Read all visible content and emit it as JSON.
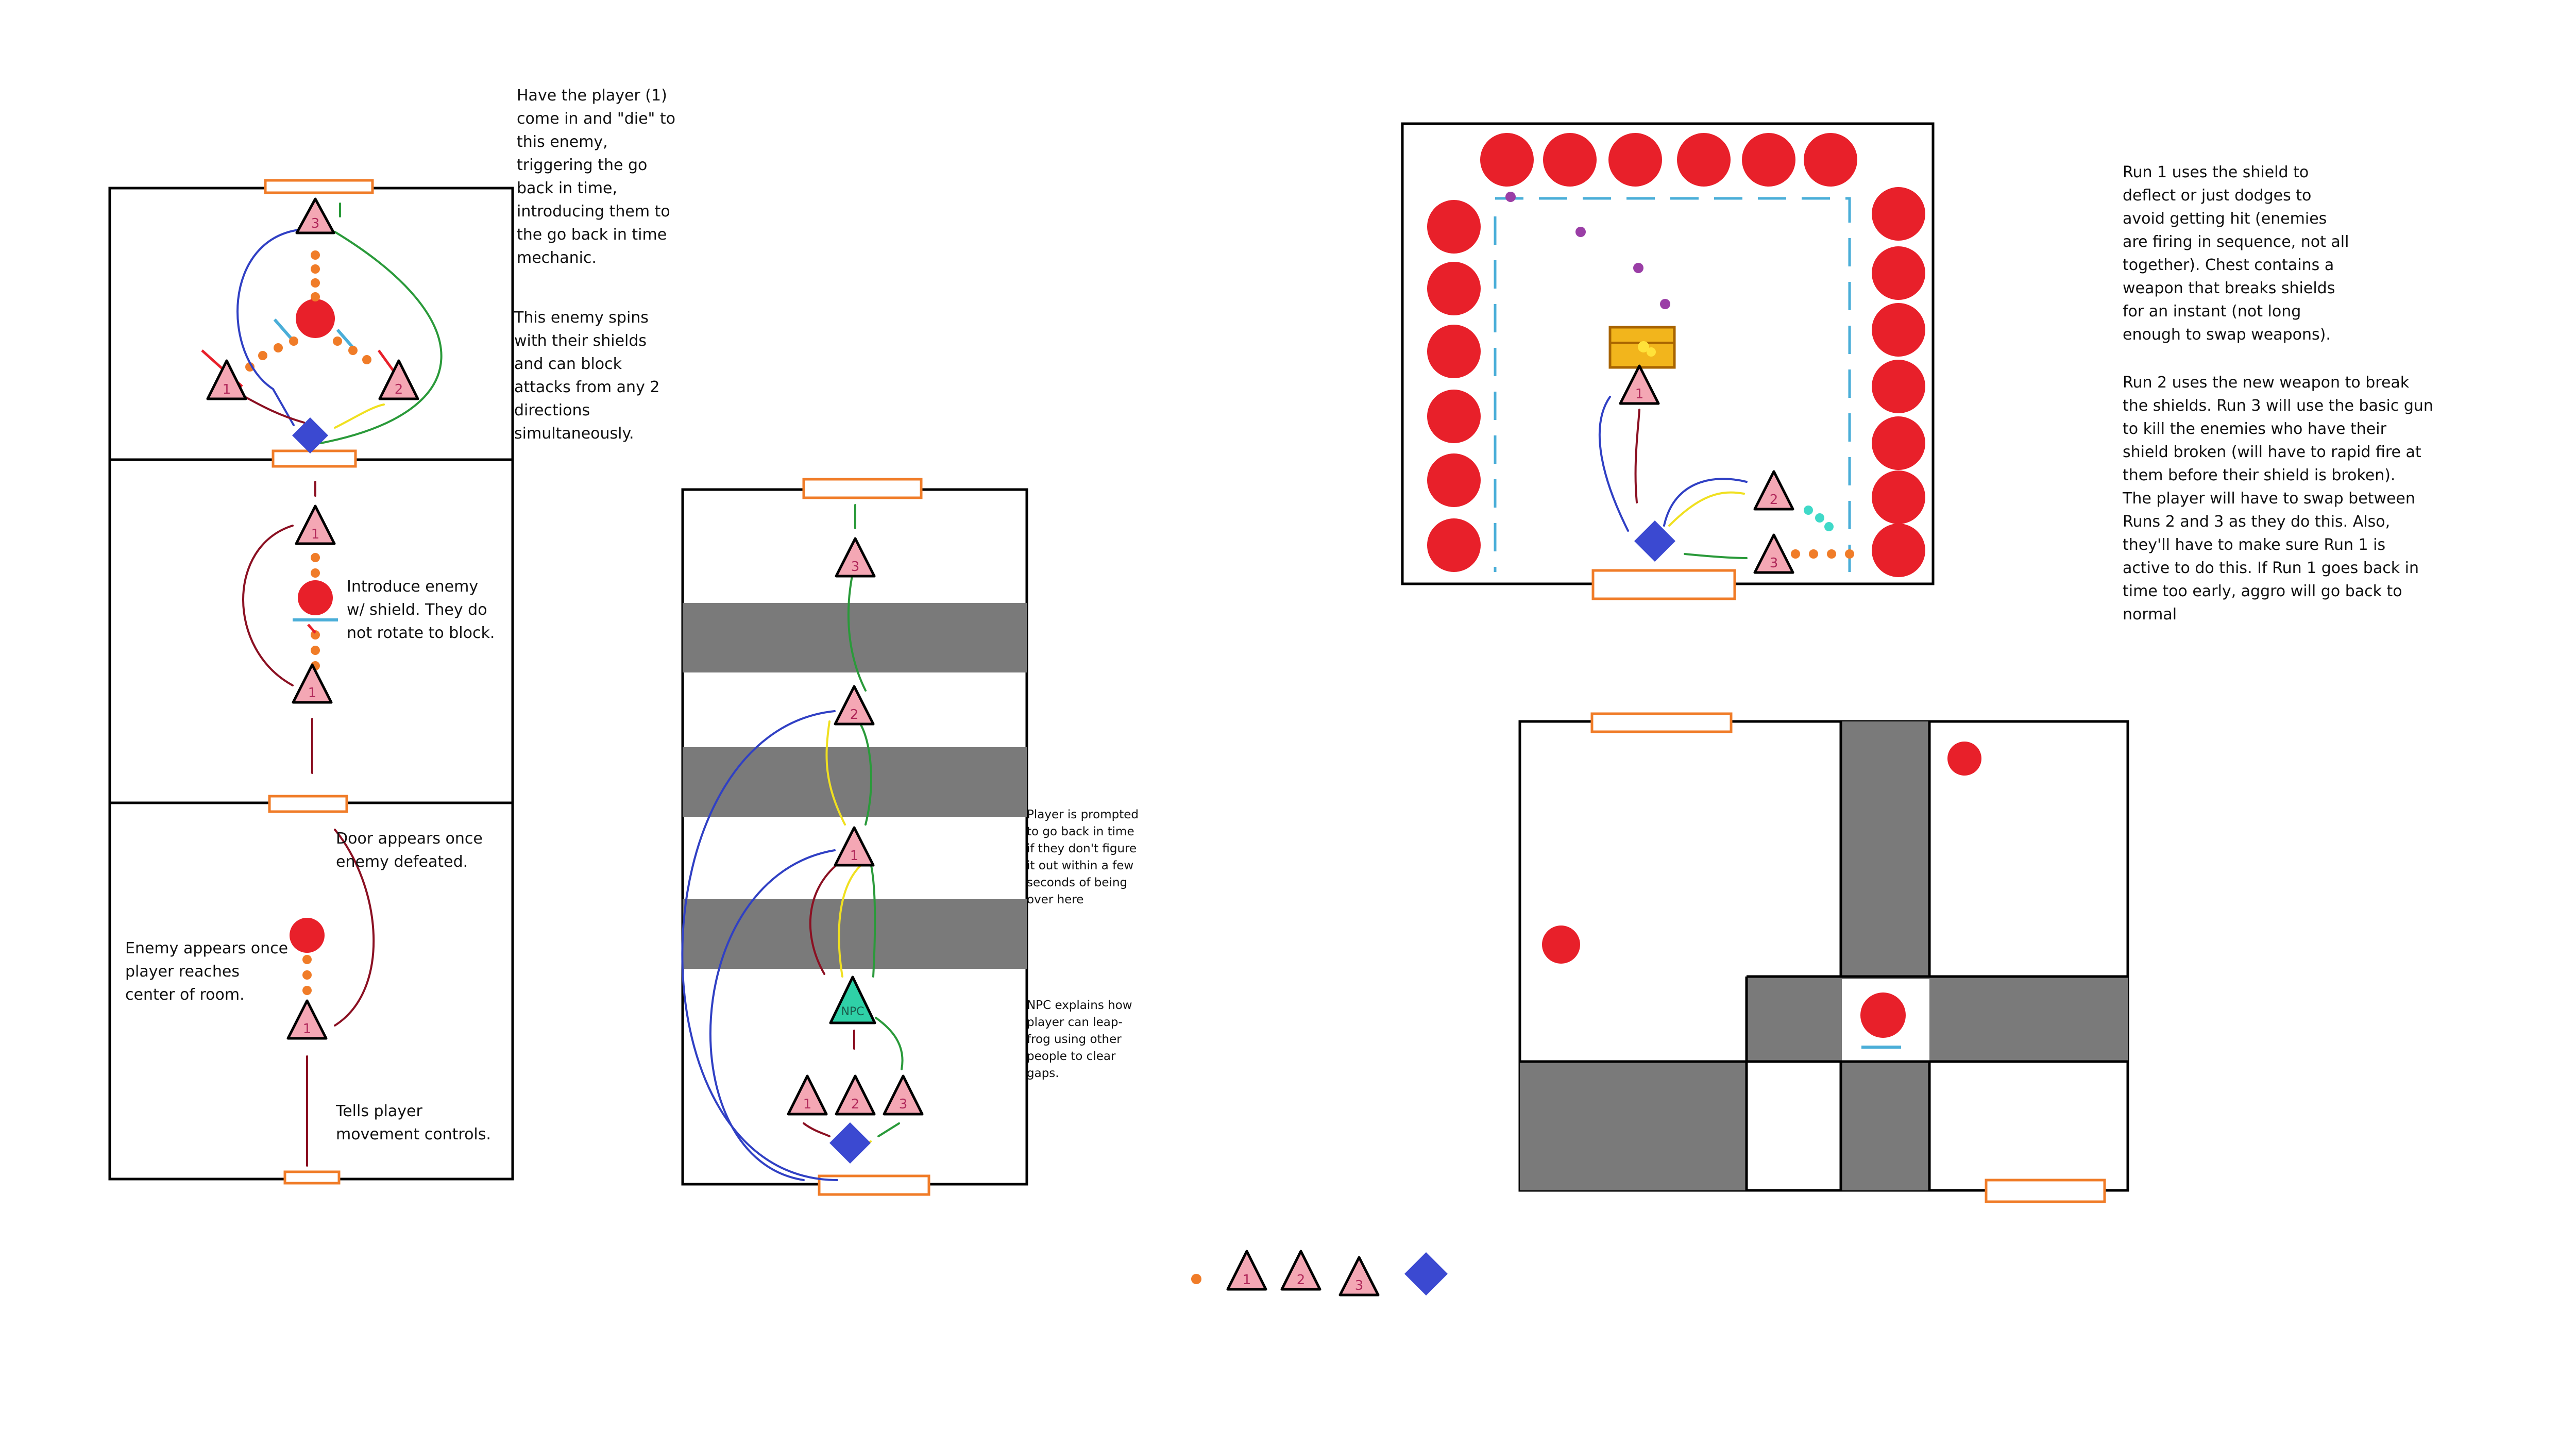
{
  "colors": {
    "room_border": "#000000",
    "door": "#f07c28",
    "enemy": "#e8202a",
    "player": "#f4a7b4",
    "player_stroke": "#000000",
    "player_label": "#b0285a",
    "npc": "#2fd1a7",
    "diamond": "#3b49d1",
    "gap": "#7a7a7a",
    "dot_orange": "#f07c28",
    "dot_purple": "#9a3ea6",
    "dot_cyan": "#3fd9c8",
    "shield": "#4aaed8",
    "chest": "#f2b51c",
    "path_red": "#8b1022",
    "path_blue": "#3040c4",
    "path_green": "#2a9a3a",
    "path_yellow": "#f0e020"
  },
  "marks": {
    "run1": "1",
    "run2": "2",
    "run3": "3",
    "npc": "NPC"
  },
  "notes": {
    "have_player": "Have the player (1)\ncome in and \"die\" to\nthis enemy,\ntriggering the go\nback in time,\nintroducing them to\nthe go back in time\nmechanic.",
    "enemy_spins": "This enemy spins\nwith their shields\nand can block\nattacks from any 2\ndirections\nsimultaneously.",
    "introduce_enemy": "Introduce enemy\nw/ shield. They do\nnot rotate to block.",
    "door_appears": "Door appears once\nenemy defeated.",
    "enemy_appears": "Enemy appears once\nplayer reaches\ncenter of room.",
    "tells_player": "Tells player\nmovement controls.",
    "player_prompted": "Player is prompted\nto go back in time\nif they don't figure\nit out within a few\nseconds of being\nover here",
    "npc_explains": "NPC explains how\nplayer can leap-\nfrog using other\npeople to clear\ngaps.",
    "run1_text": "Run 1 uses the shield to\ndeflect or just dodges to\navoid getting hit (enemies\nare firing in sequence, not all\ntogether). Chest contains a\nweapon that breaks shields\nfor an instant (not long\nenough to swap weapons).",
    "run2_text": "Run 2 uses the new weapon to break\nthe shields. Run 3 will use the basic gun\nto kill the enemies who have their\nshield broken (will have to rapid fire at\nthem before their shield is broken).\nThe player will have to swap between\nRuns 2 and 3 as they do this. Also,\nthey'll have to make sure Run 1 is\nactive to do this. If Run 1 goes back in\ntime too early, aggro will go back to\nnormal"
  }
}
